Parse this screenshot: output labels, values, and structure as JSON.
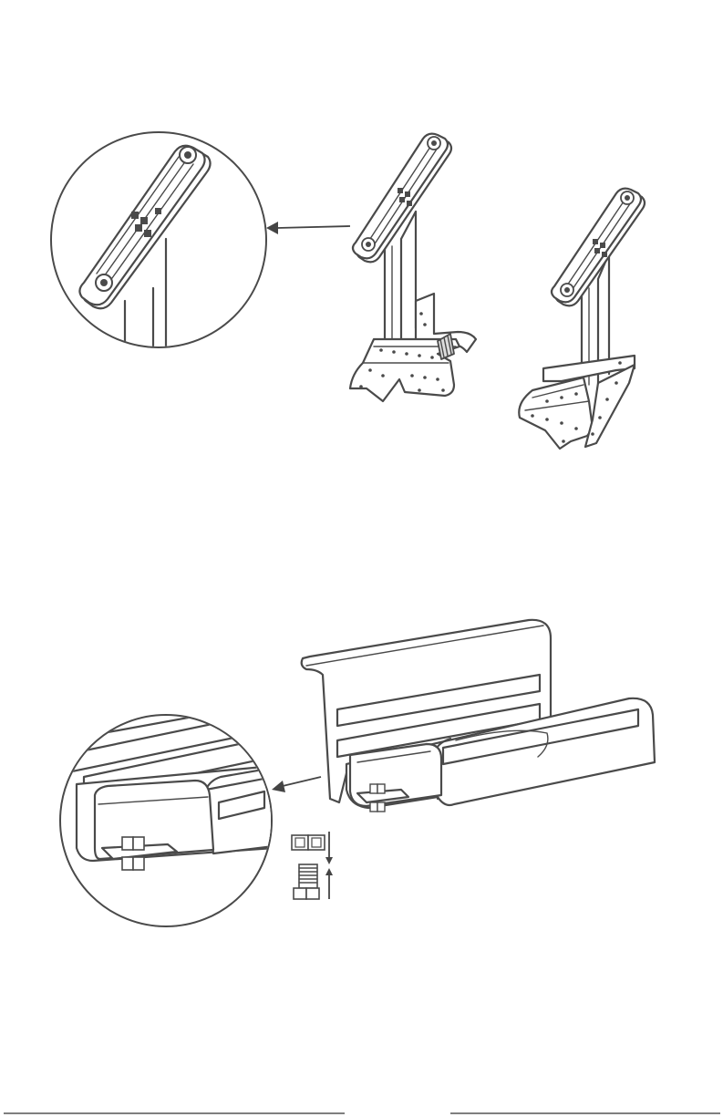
{
  "colors": {
    "line": "#4a4a4a",
    "background": "#ffffff",
    "shade": "#dcdcdc"
  },
  "figures": [
    {
      "id": "leg-mounting-plates",
      "icons": [
        "detail-zoom-circle",
        "mounting-plate",
        "leg-stand-left",
        "leg-stand-right",
        "pointer-arrow"
      ]
    },
    {
      "id": "cpu-holder-assembly",
      "icons": [
        "detail-zoom-circle",
        "cpu-holder",
        "bolt",
        "nut",
        "pointer-arrow",
        "insert-arrows"
      ]
    }
  ]
}
